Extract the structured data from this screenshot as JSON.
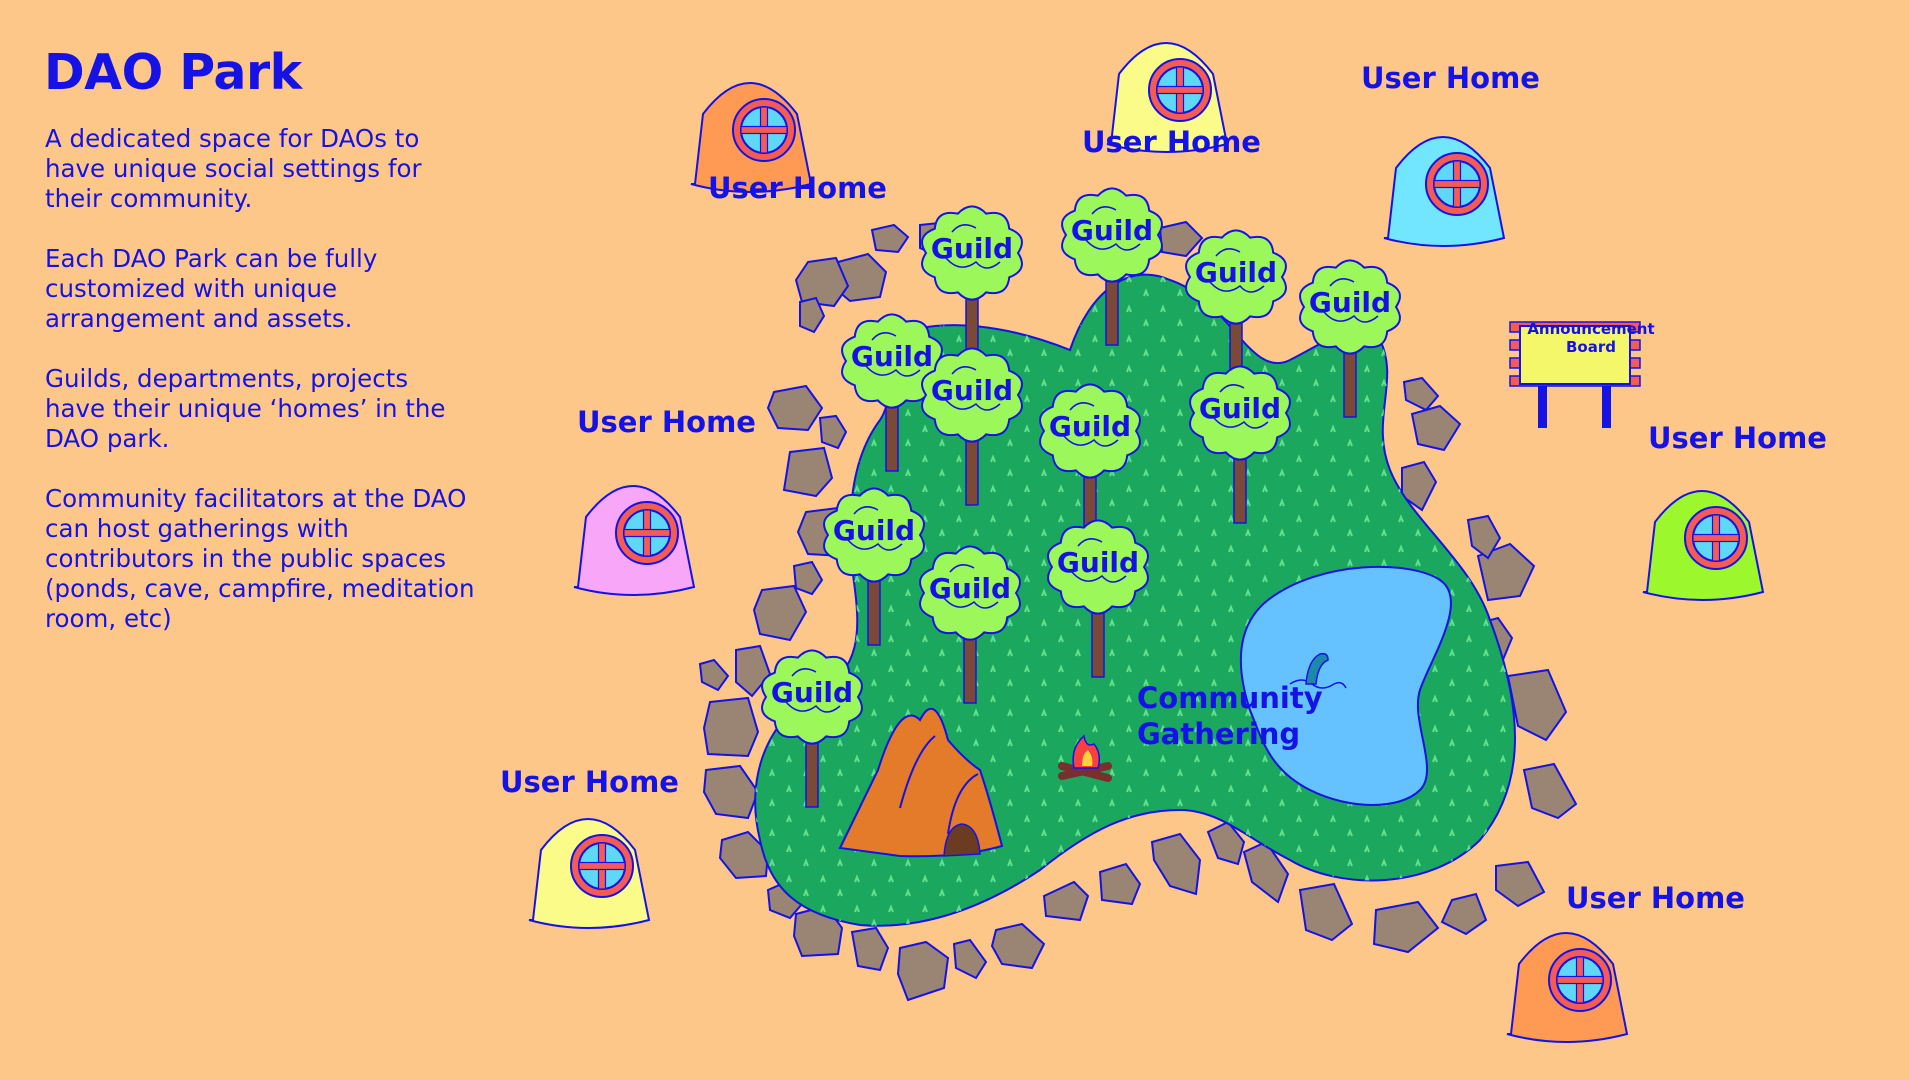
{
  "title": "DAO Park",
  "description": [
    "A dedicated space for DAOs to have unique social settings for their community.",
    "Each DAO Park can be fully customized with unique arrangement and assets.",
    "Guilds, departments, projects have their unique ‘homes’ in the DAO park.",
    "Community facilitators at the DAO can host gatherings with contributors in the public spaces (ponds, cave, campfire, meditation room, etc)"
  ],
  "home_label": "User Home",
  "guild_label": "Guild",
  "community_label": [
    "Community",
    "Gathering"
  ],
  "board_label": [
    "Announcement",
    "Board"
  ],
  "colors": {
    "background": "#FEC78A",
    "text": "#1512E6",
    "grass": "#1BA85E",
    "pond": "#66C2FF",
    "rock": "#9A8474",
    "tree_leaves": "#9CF75B",
    "cave": "#E47B2A",
    "home_orange": "#FF9A55",
    "home_yellow": "#FBFB8A",
    "home_blue": "#72E5FF",
    "home_pink": "#F7A6F8",
    "home_green": "#9CF72D",
    "window_frame": "#F25C54",
    "window_glass": "#5FD8F7"
  },
  "icons": [
    "fish-icon",
    "campfire-icon",
    "cave-icon",
    "announcement-board-icon",
    "tree-icon",
    "home-icon"
  ]
}
